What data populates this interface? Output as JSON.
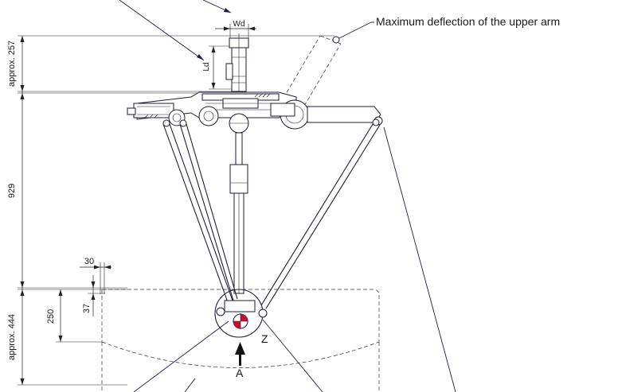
{
  "labels": {
    "max_deflection": "Maximum deflection of the upper arm",
    "wd": "Wd",
    "ld": "Ld",
    "view_z": "Z",
    "view_a": "A"
  },
  "dimensions": {
    "upper": "approx. 257",
    "middle": "929",
    "lower": "approx. 444",
    "inner_250": "250",
    "inner_37": "37",
    "inner_30": "30"
  }
}
